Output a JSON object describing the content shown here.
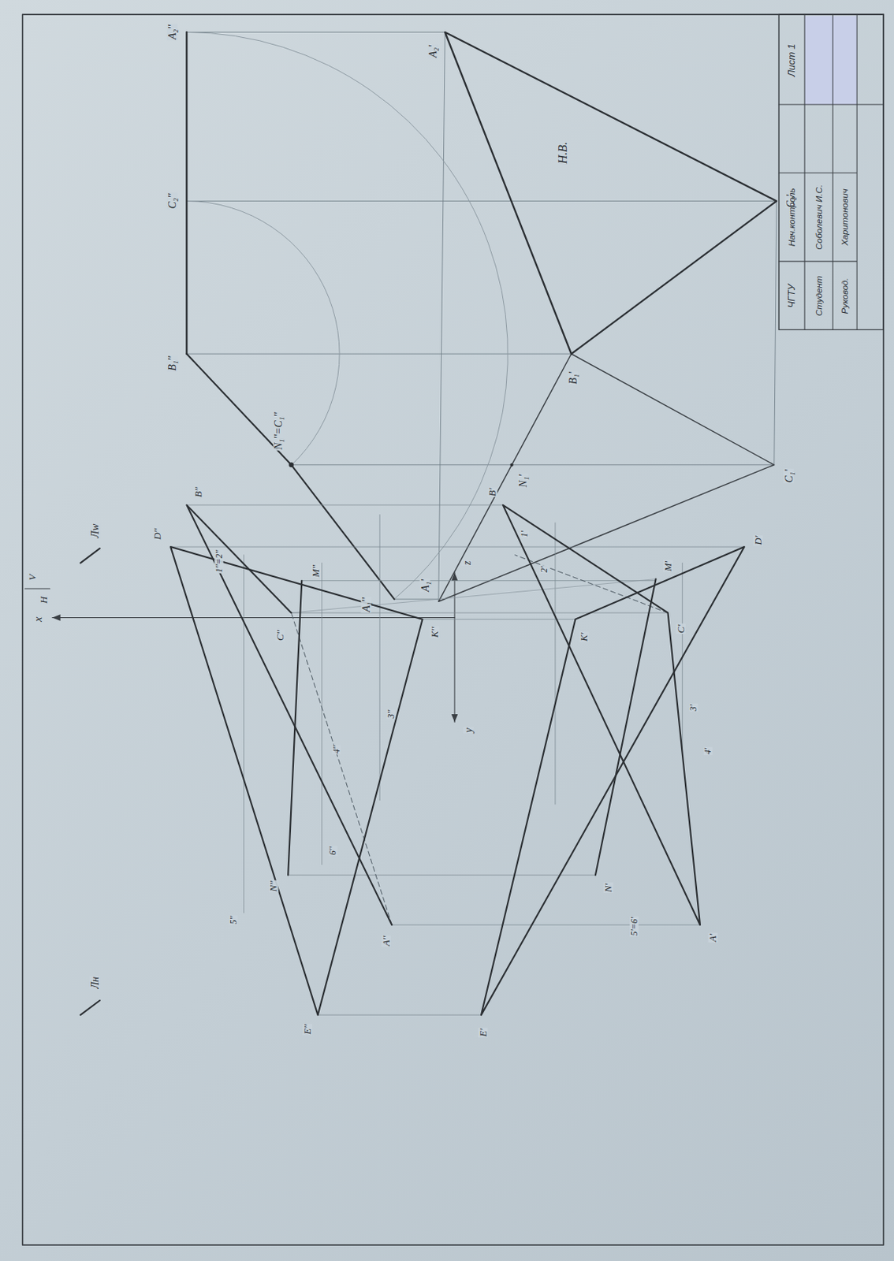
{
  "diagram": {
    "labels": [
      "A₂''",
      "C₂''",
      "B₁''",
      "N₁''=C₁''",
      "A₁''",
      "A₁'",
      "N₁'",
      "B₁'",
      "C₁'",
      "C₂'",
      "A₂'",
      "Н.В.",
      "z",
      "y",
      "x",
      "V",
      "H",
      "Лw",
      "Лн",
      "B''",
      "D''",
      "1''=2''",
      "M''",
      "C''",
      "K''",
      "3''",
      "4''",
      "N''",
      "6''",
      "5''",
      "A''",
      "E''",
      "B'",
      "1'",
      "2'",
      "D'",
      "3'",
      "4'",
      "M'",
      "C'",
      "K'",
      "N'",
      "5'=6'",
      "A'",
      "E'",
      "ЧГТУ",
      "Нач.контроль",
      "Лист 1",
      "Студент",
      "Соболевич И.С.",
      "Руковод.",
      "Харитонович"
    ]
  }
}
